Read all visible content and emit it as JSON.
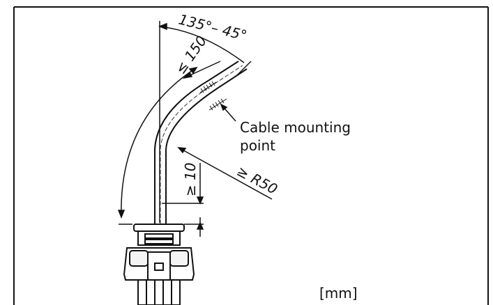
{
  "diagram": {
    "angle_label": "135°– 45°",
    "clearance_label": "≤ 150",
    "height_label": "≥ 10",
    "radius_label": "≥ R50",
    "mounting_label_line1": "Cable mounting",
    "mounting_label_line2": "point",
    "unit_label": "[mm]"
  }
}
